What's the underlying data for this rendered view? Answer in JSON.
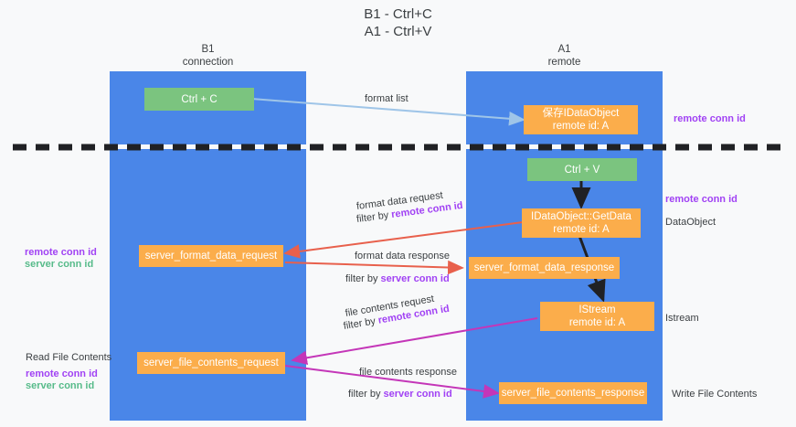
{
  "title": "B1 - Ctrl+C\nA1 - Ctrl+V",
  "lanes": [
    {
      "name": "b1",
      "heading": "B1\nconnection"
    },
    {
      "name": "a1",
      "heading": "A1\nremote"
    }
  ],
  "nodes": {
    "ctrl_c": "Ctrl + C",
    "ctrl_v": "Ctrl + V",
    "save_idataobject": "保存IDataObject\nremote id: A",
    "idataobject_getdata": "IDataObject::GetData\nremote id: A",
    "istream": "IStream\nremote id: A",
    "server_format_data_request": "server_format_data_request",
    "server_format_data_response": "server_format_data_response",
    "server_file_contents_request": "server_file_contents_request",
    "server_file_contents_response": "server_file_contents_response"
  },
  "edge_labels": {
    "format_list": "format list",
    "format_data_request": "format data request",
    "format_data_request_filter_prefix": "filter by ",
    "format_data_request_filter_key": "remote conn id",
    "format_data_response": "format data response",
    "format_data_response_filter_prefix": "filter by ",
    "format_data_response_filter_key": "server conn id",
    "file_contents_request": "file contents request",
    "file_contents_request_filter_prefix": "filter by ",
    "file_contents_request_filter_key": "remote conn id",
    "file_contents_response": "file contents response",
    "file_contents_response_filter_prefix": "filter by ",
    "file_contents_response_filter_key": "server conn id"
  },
  "side_labels": {
    "right_remote_conn_id_top": "remote conn id",
    "right_remote_conn_id_mid": "remote conn id",
    "right_dataobject": "DataObject",
    "right_istream": "Istream",
    "right_write_file_contents": "Write File Contents",
    "left_remote_conn_id_mid": "remote conn id",
    "left_server_conn_id_mid": "server conn id",
    "left_read_file_contents": "Read File Contents",
    "left_remote_conn_id_bottom": "remote conn id",
    "left_server_conn_id_bottom": "server conn id"
  },
  "colors": {
    "lane": "#4a86e8",
    "green_node": "#7bc47f",
    "orange_node": "#fbad4b",
    "purple_key": "#a142f4",
    "green_key": "#57bb8a",
    "arrow_light_blue": "#9fc5e8",
    "arrow_red": "#e8604c",
    "arrow_magenta": "#c436b8",
    "arrow_black": "#202124",
    "divider": "#202124",
    "background": "#f8f9fa"
  }
}
